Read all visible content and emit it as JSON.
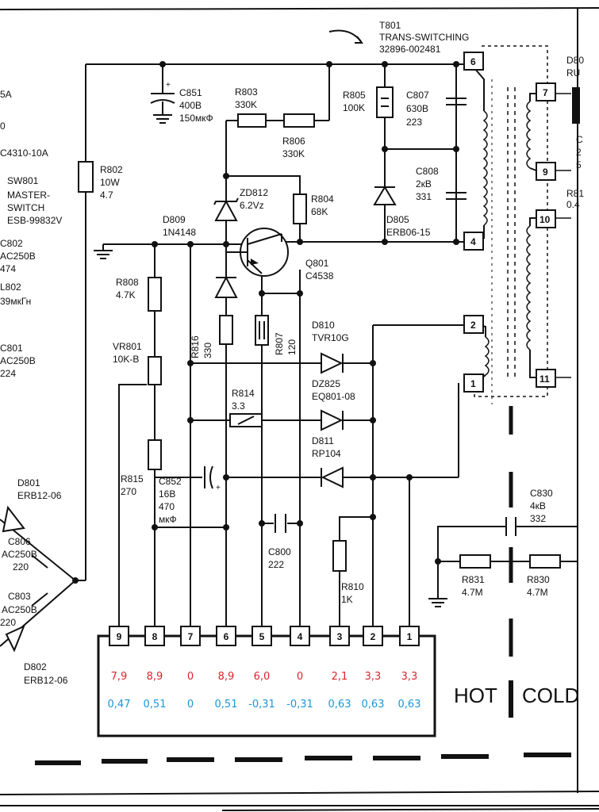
{
  "transformer": {
    "ref": "T801",
    "name": "TRANS-SWITCHING",
    "part": "32896-002481",
    "pins": [
      "6",
      "4",
      "2",
      "1",
      "7",
      "9",
      "10",
      "11"
    ]
  },
  "left_cut": [
    "5A",
    "0",
    "C4310-10A",
    "SW801",
    "MASTER-",
    "SWITCH",
    "ESB-99832V",
    "C802",
    "AC250B",
    "474",
    "L802",
    "39мкГн",
    "C801",
    "AC250B",
    "224"
  ],
  "bridge": {
    "d801": [
      "D801",
      "ERB12-06"
    ],
    "c806": [
      "C806",
      "AC250B",
      "220"
    ],
    "c803": [
      "C803",
      "AC250B",
      "220"
    ],
    "d802": [
      "D802",
      "ERB12-06"
    ]
  },
  "components": {
    "c851": [
      "C851",
      "400B",
      "150мкФ"
    ],
    "r803": [
      "R803",
      "330K"
    ],
    "r806": [
      "R806",
      "330K"
    ],
    "r805": [
      "R805",
      "100K"
    ],
    "c807": [
      "C807",
      "630B",
      "223"
    ],
    "c808": [
      "C808",
      "2кВ",
      "331"
    ],
    "d805": [
      "D805",
      "ERB06-15"
    ],
    "r802": [
      "R802",
      "10W",
      "4.7"
    ],
    "zd812": [
      "ZD812",
      "6.2Vz"
    ],
    "r804": [
      "R804",
      "68K"
    ],
    "d809": [
      "D809",
      "1N4148"
    ],
    "q801": [
      "Q801",
      "C4538"
    ],
    "r808": [
      "R808",
      "4.7K"
    ],
    "vr801": [
      "VR801",
      "10K-B"
    ],
    "r816": [
      "R816",
      "330"
    ],
    "r807": [
      "R807",
      "120"
    ],
    "d810": [
      "D810",
      "TVR10G"
    ],
    "r814": [
      "R814",
      "3.3"
    ],
    "dz825": [
      "DZ825",
      "EQ801-08"
    ],
    "d811": [
      "D811",
      "RP104"
    ],
    "r815": [
      "R815",
      "270"
    ],
    "c852": [
      "C852",
      "16B",
      "470",
      "мкФ"
    ],
    "c800": [
      "C800",
      "222"
    ],
    "r810": [
      "R810",
      "1K"
    ],
    "c830": [
      "C830",
      "4кВ",
      "332"
    ],
    "r831": [
      "R831",
      "4.7M"
    ],
    "r830": [
      "R830",
      "4.7M"
    ]
  },
  "right_cut": {
    "d80": "D80",
    "ru": "RU",
    "c": "C",
    "v2": "2",
    "v5": "5",
    "r81": "R81",
    "r04": "0.4"
  },
  "ic": {
    "pins": [
      "9",
      "8",
      "7",
      "6",
      "5",
      "4",
      "3",
      "2",
      "1"
    ],
    "voltage_hot": [
      "7,9",
      "8,9",
      "0",
      "8,9",
      "6,0",
      "0",
      "2,1",
      "3,3",
      "3,3"
    ],
    "voltage_cold": [
      "0,47",
      "0,51",
      "0",
      "0,51",
      "-0,31",
      "-0,31",
      "0,63",
      "0,63",
      "0,63"
    ]
  },
  "regions": {
    "hot": "HOT",
    "cold": "COLD"
  },
  "colors": {
    "hot_voltage": "#d8262b",
    "cold_voltage": "#1a96d6"
  }
}
